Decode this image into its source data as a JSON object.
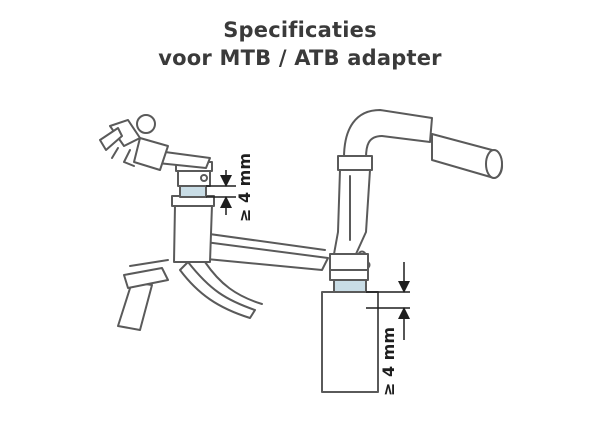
{
  "title": {
    "line1": "Specificaties",
    "line2": "voor MTB / ATB adapter"
  },
  "dimensions": {
    "left_label": "≥ 4 mm",
    "right_label": "≥ 4 mm"
  },
  "colors": {
    "outline": "#5a5a5a",
    "fill": "#ffffff",
    "highlight": "#c9dde6",
    "arrow": "#1e1e1e",
    "title": "#3a3a3a"
  }
}
